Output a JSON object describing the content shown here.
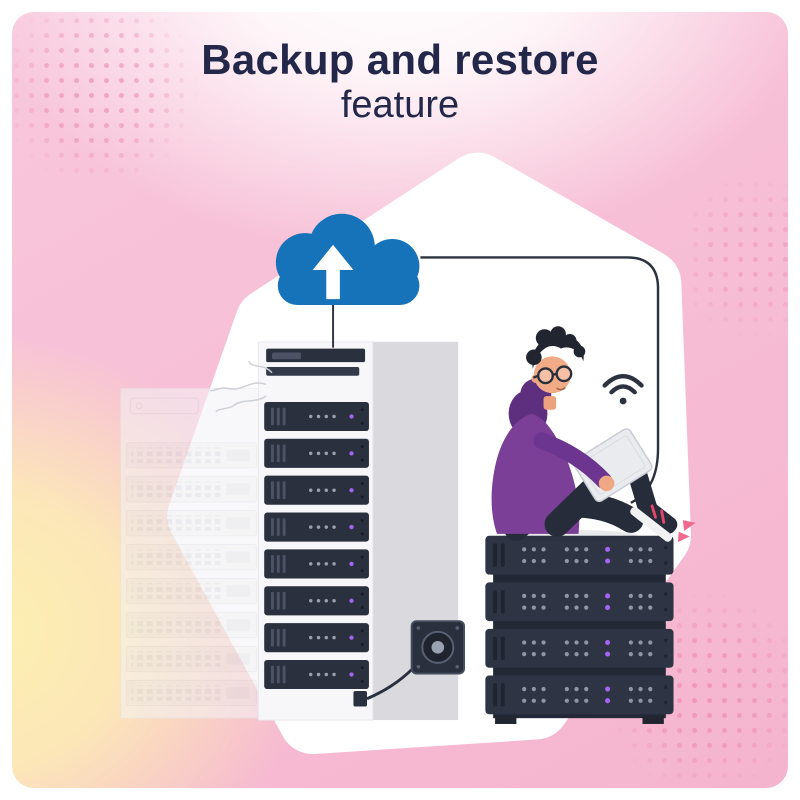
{
  "title": {
    "line1": "Backup and restore",
    "line2": "feature"
  },
  "icons": [
    "cloud-upload-icon",
    "upload-arrow-icon",
    "wifi-icon",
    "fan-icon"
  ],
  "illustration": {
    "elements": [
      "cloud with upload arrow",
      "faded server rack",
      "server tower",
      "stack of rack servers",
      "person in purple hoodie with laptop",
      "wifi signal",
      "fan box with cable",
      "cable from cloud to laptop"
    ]
  },
  "colors": {
    "ink": "#23284a",
    "background_pink": "#f7c0d6",
    "background_yellow": "#fdf2b0",
    "blob_white": "#ffffff",
    "cloud_blue": "#1673b9",
    "server_dark": "#2e3444",
    "server_slot": "#1e2430",
    "hoodie_purple": "#7b3f98",
    "hood_dark_purple": "#5d2f7e",
    "pants_navy": "#262c3a",
    "skin": "#f2ab87",
    "accent_red": "#e0476a",
    "accent_violet": "#a365f2",
    "wire_dark": "#2c3240"
  }
}
